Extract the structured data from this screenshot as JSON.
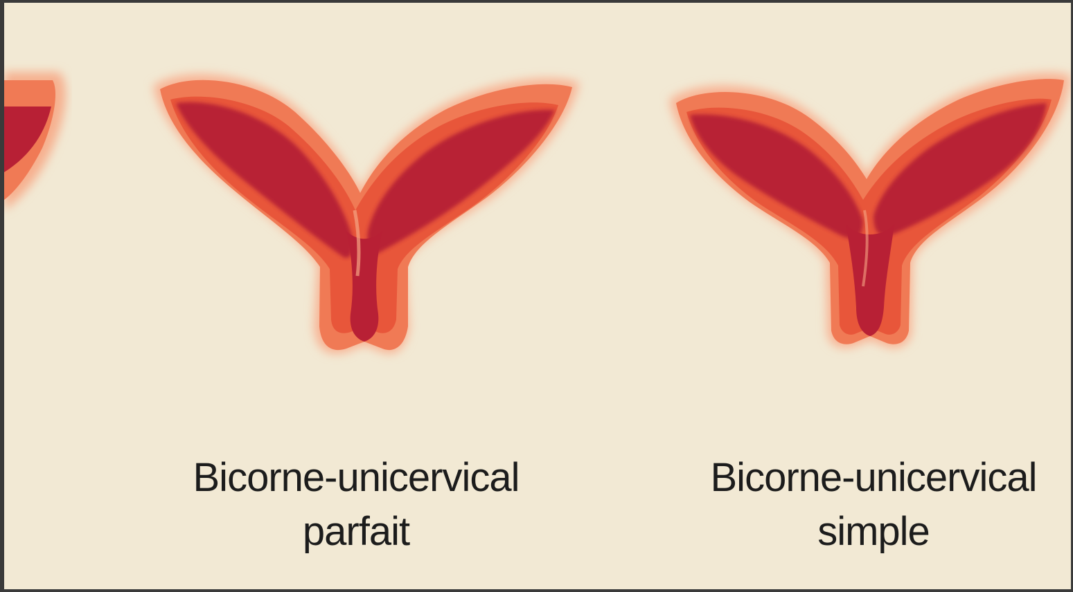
{
  "figures": [
    {
      "id": "parfait",
      "label_line1": "Bicorne-unicervical",
      "label_line2": "parfait"
    },
    {
      "id": "simple",
      "label_line1": "Bicorne-unicervical",
      "label_line2": "simple"
    }
  ],
  "colors": {
    "background": "#f2e9d4",
    "outer_wall": "#f07a55",
    "inner_wall": "#e8563a",
    "cavity": "#b82035",
    "cavity_dark": "#9a1a3a",
    "text": "#1c1c1c"
  }
}
